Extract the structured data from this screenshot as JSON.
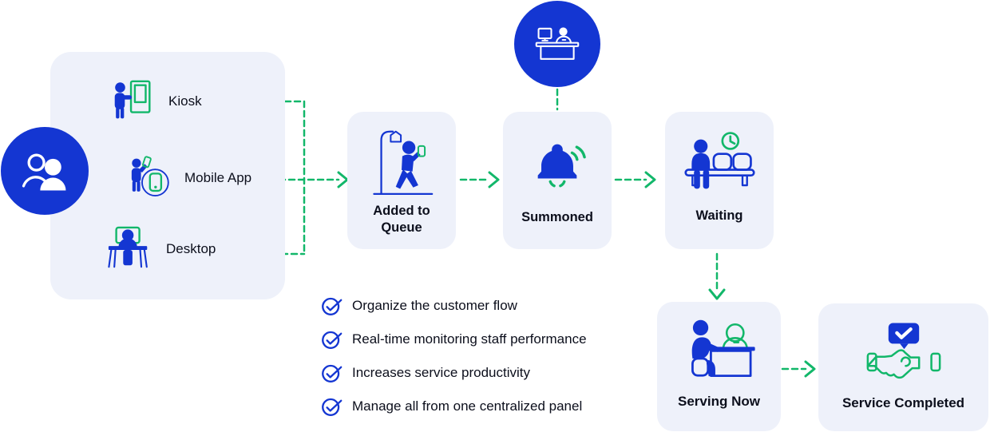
{
  "colors": {
    "brand_blue": "#1436d2",
    "accent_green": "#12b76a",
    "card_bg": "#eef1fa",
    "text": "#0c0f1c"
  },
  "actors": {
    "customers_icon": "customers-icon",
    "agent_desk_icon": "agent-desk-icon"
  },
  "entry": {
    "items": [
      {
        "label": "Kiosk",
        "icon": "kiosk-icon"
      },
      {
        "label": "Mobile App",
        "icon": "mobile-app-icon"
      },
      {
        "label": "Desktop",
        "icon": "desktop-icon"
      }
    ]
  },
  "steps": [
    {
      "label": "Added to Queue",
      "icon": "walking-person-phone-icon"
    },
    {
      "label": "Summoned",
      "icon": "bell-ringing-icon"
    },
    {
      "label": "Waiting",
      "icon": "waiting-bench-clock-icon"
    },
    {
      "label": "Serving Now",
      "icon": "service-desk-icon"
    },
    {
      "label": "Service Completed",
      "icon": "handshake-check-icon"
    }
  ],
  "benefits": [
    {
      "text": "Organize the customer flow",
      "icon": "check-circle-icon"
    },
    {
      "text": "Real-time monitoring staff performance",
      "icon": "check-circle-icon"
    },
    {
      "text": "Increases service productivity",
      "icon": "check-circle-icon"
    },
    {
      "text": "Manage all from one centralized panel",
      "icon": "check-circle-icon"
    }
  ]
}
